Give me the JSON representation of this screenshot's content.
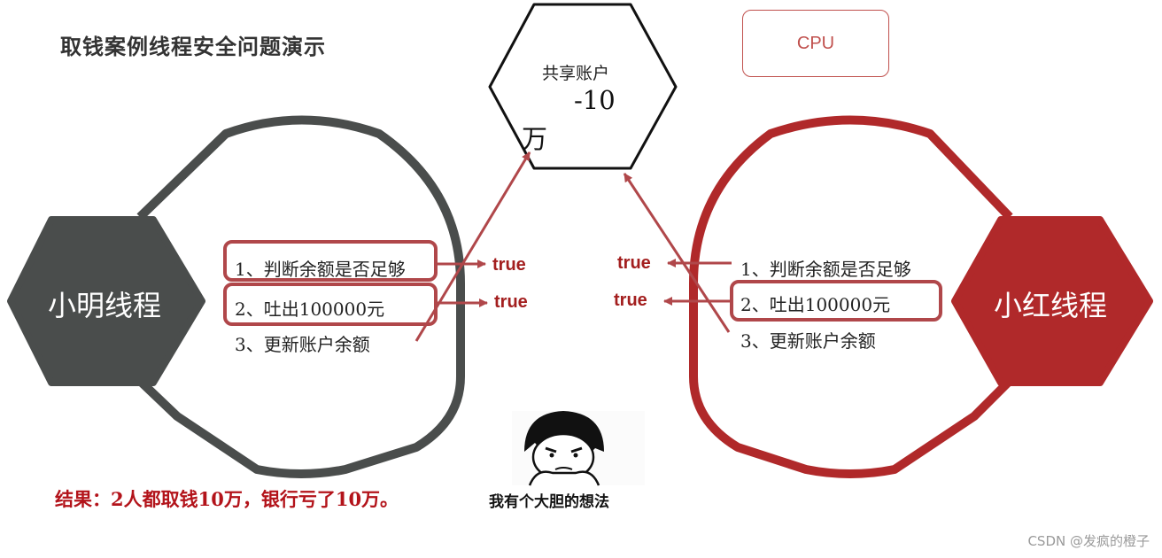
{
  "title": "取钱案例线程安全问题演示",
  "cpu_label": "CPU",
  "shared_account": {
    "label": "共享账户",
    "amount": "-10",
    "unit": "万"
  },
  "left_thread": {
    "name": "小明线程",
    "steps": [
      "1、判断余额是否足够",
      "2、吐出100000元",
      "3、更新账户余额"
    ],
    "results": [
      "true",
      "true"
    ]
  },
  "right_thread": {
    "name": "小红线程",
    "steps": [
      "1、判断余额是否足够",
      "2、吐出100000元",
      "3、更新账户余额"
    ],
    "results": [
      "true",
      "true"
    ]
  },
  "result_text": "结果：2人都取钱10万，银行亏了10万。",
  "meme_caption": "我有个大胆的想法",
  "watermark": "CSDN @发疯的橙子",
  "colors": {
    "left_accent": "#4a4d4c",
    "right_accent": "#b0292a",
    "highlight": "#b0474a",
    "result": "#b3131a"
  },
  "icons": [
    "meme-face-icon"
  ]
}
